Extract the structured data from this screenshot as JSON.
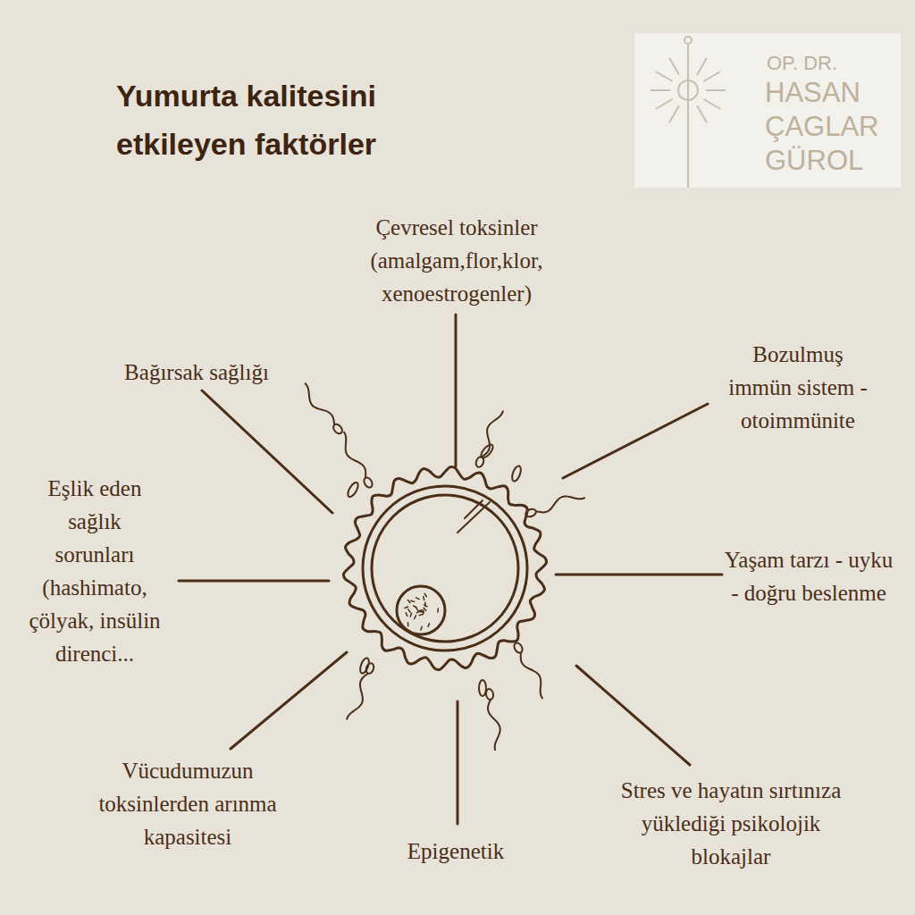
{
  "diagram": {
    "title": "Yumurta kalitesini etkileyen faktörler",
    "nodes": [
      {
        "text": [
          "OP. DR.",
          "HASAN ÇAGLAR GÜROL"
        ]
      }
    ],
    "edges": [],
    "labels": [
      "Çevresel toksinler (amalgam,flor,klor, xenoestrogenler)",
      "Bozulmuş immün sistem - otoimmünite",
      "Bağırsak sağlığı",
      "Eşlik eden sağlık sorunları (hashimato, çölyak, insülin direnci...",
      "Yaşam tarzı - uyku - doğru beslenme",
      "Stres ve hayatın sırtınıza yüklediği psikolojik blokajlar",
      "Epigenetik",
      "Vücudumuzun toksinlerden arınma kapasitesi"
    ]
  }
}
